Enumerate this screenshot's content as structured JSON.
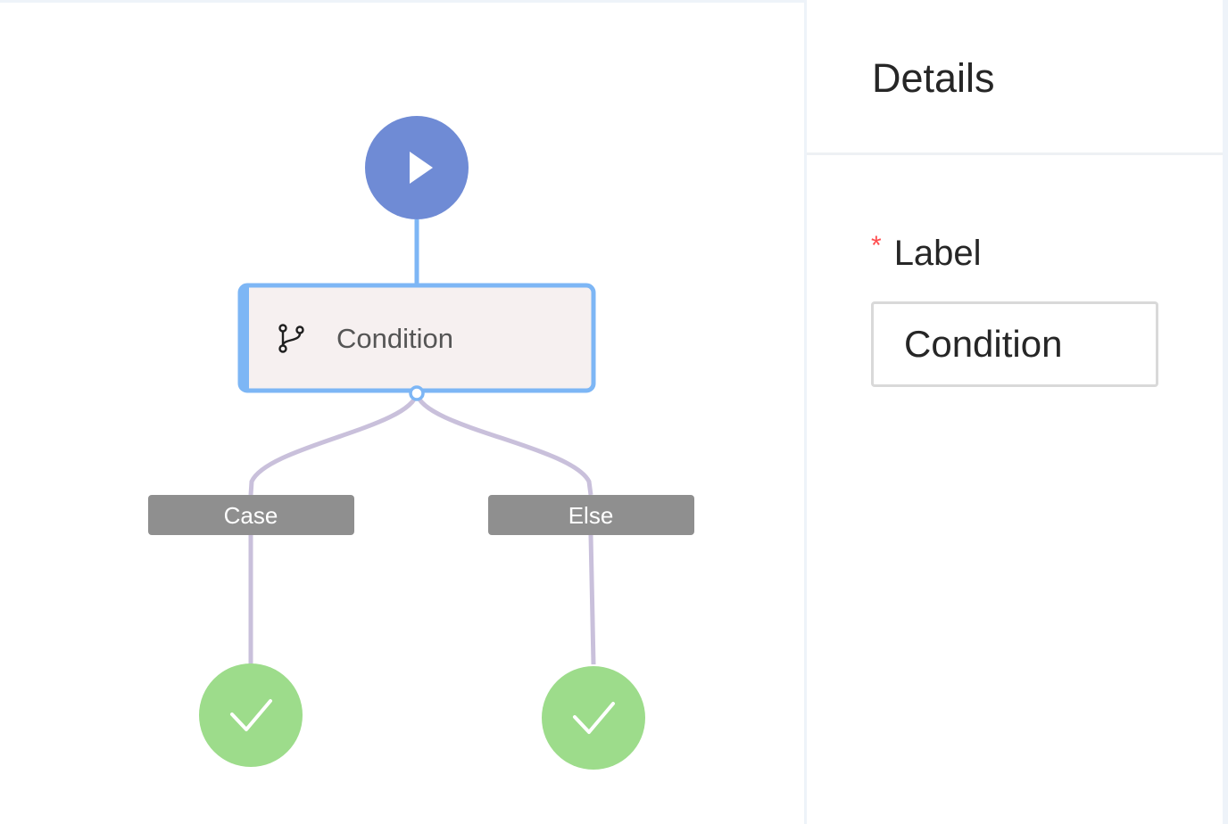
{
  "canvas": {
    "start_node": {
      "icon": "play-icon"
    },
    "condition_node": {
      "label": "Condition",
      "icon": "branch-icon"
    },
    "branches": [
      {
        "label": "Case",
        "end_icon": "check-icon"
      },
      {
        "label": "Else",
        "end_icon": "check-icon"
      }
    ]
  },
  "details": {
    "title": "Details",
    "label_field": {
      "required_mark": "*",
      "label": "Label",
      "value": "Condition"
    }
  },
  "colors": {
    "start_node": "#6f8bd5",
    "selected_border": "#7db6f5",
    "condition_fill": "#f6f0f0",
    "branch_tag": "#8f8f8f",
    "edge": "#c9c0db",
    "end_node": "#9ddc8b",
    "required": "#ff4d4f"
  }
}
